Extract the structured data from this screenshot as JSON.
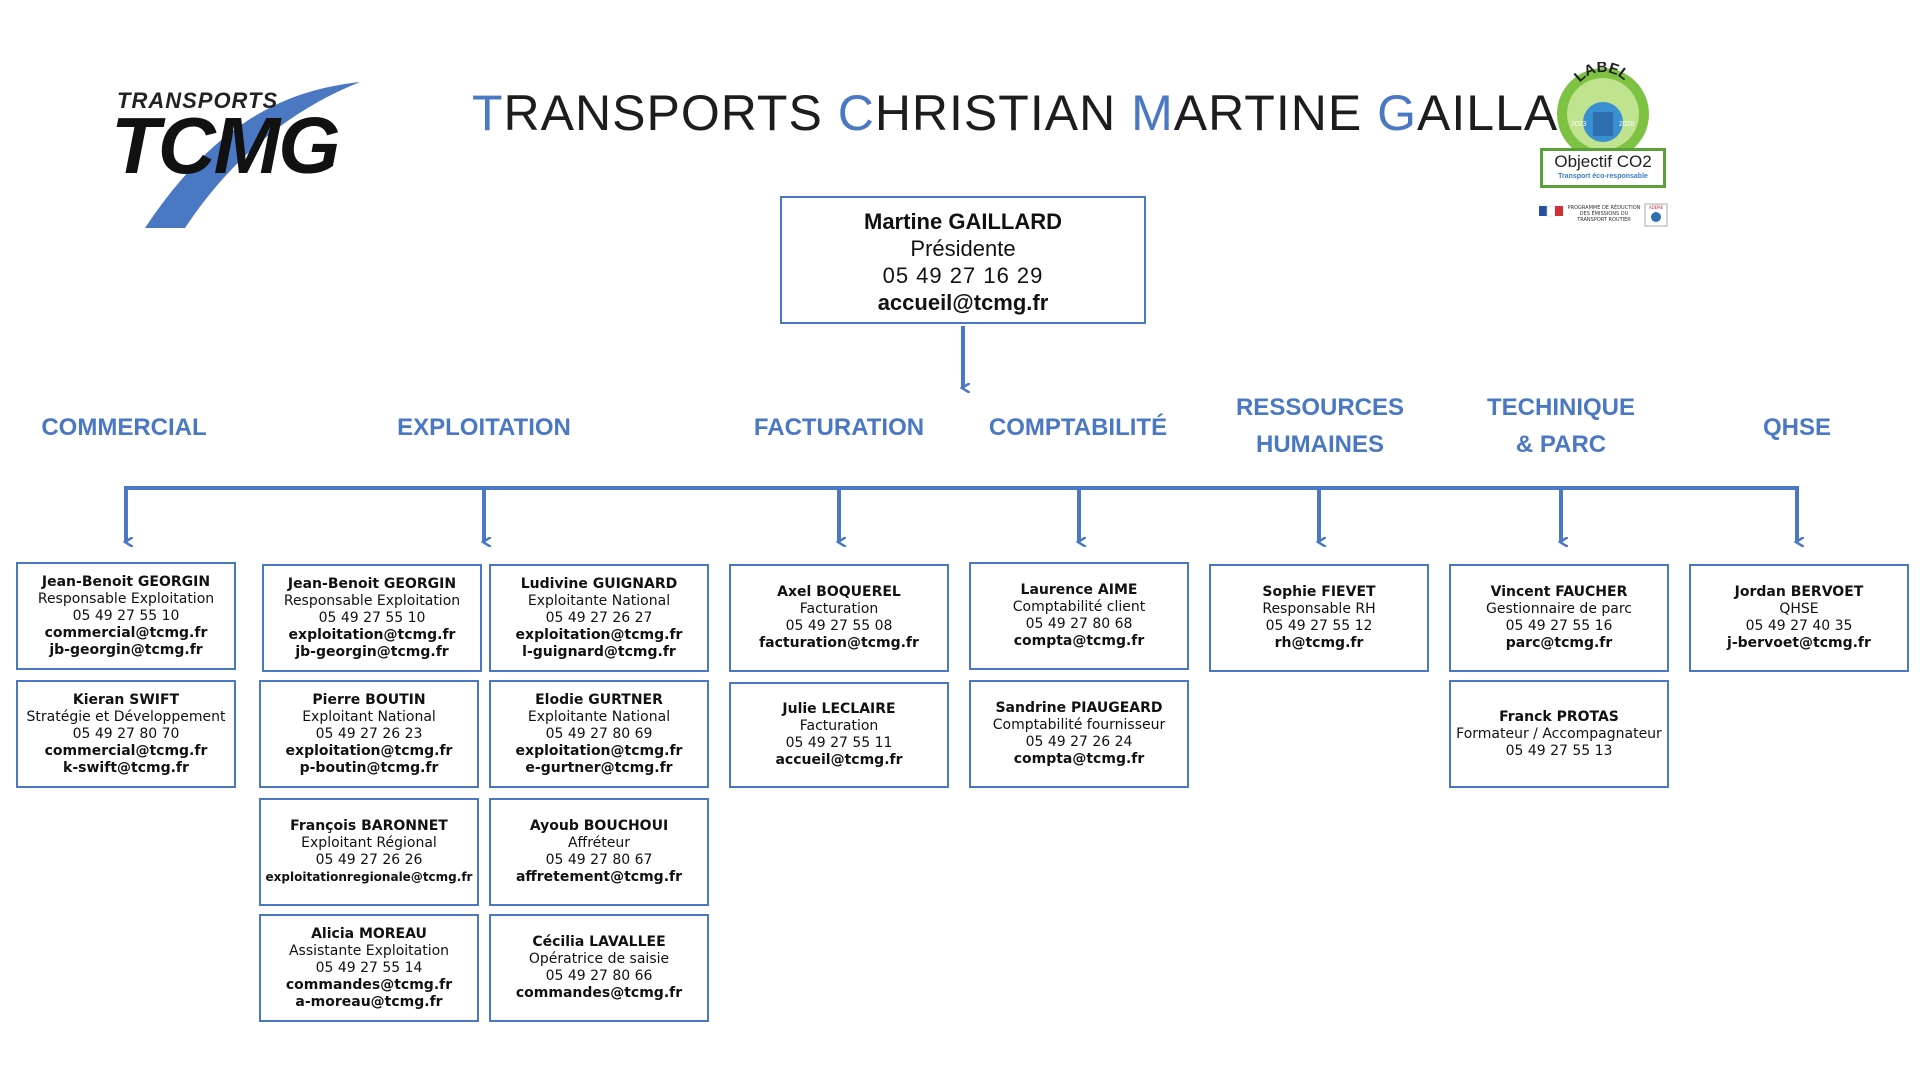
{
  "logo": {
    "line1": "TRANSPORTS",
    "line2": "TCMG"
  },
  "title": {
    "words": [
      {
        "cap": "T",
        "rest": "RANSPORTS"
      },
      {
        "cap": "C",
        "rest": "HRISTIAN"
      },
      {
        "cap": "M",
        "rest": "ARTINE"
      },
      {
        "cap": "G",
        "rest": "AILLARD"
      }
    ]
  },
  "badge": {
    "label": "LABEL",
    "year_start": "2023",
    "year_end": "2026",
    "line1": "Objectif CO2",
    "line2": "Transport éco-responsable",
    "footer": "PROGRAMME DE RÉDUCTION DES ÉMISSIONS DU TRANSPORT ROUTIER",
    "footer_right": "ADEME"
  },
  "president": {
    "name": "Martine GAILLARD",
    "role": "Présidente",
    "phone": "05 49 27 16 29",
    "email": "accueil@tcmg.fr"
  },
  "departments": {
    "commercial": "COMMERCIAL",
    "exploitation": "EXPLOITATION",
    "facturation": "FACTURATION",
    "comptabilite": "COMPTABILITÉ",
    "rh_1": "RESSOURCES",
    "rh_2": "HUMAINES",
    "tech_1": "TECHINIQUE",
    "tech_2": "& PARC",
    "qhse": "QHSE"
  },
  "cards": {
    "commercial_1": {
      "name": "Jean-Benoit GEORGIN",
      "role": "Responsable Exploitation",
      "phone": "05 49 27 55 10",
      "email1": "commercial@tcmg.fr",
      "email2": "jb-georgin@tcmg.fr"
    },
    "commercial_2": {
      "name": "Kieran SWIFT",
      "role": "Stratégie et Développement",
      "phone": "05 49 27 80 70",
      "email1": "commercial@tcmg.fr",
      "email2": "k-swift@tcmg.fr"
    },
    "expl_a1": {
      "name": "Jean-Benoit GEORGIN",
      "role": "Responsable Exploitation",
      "phone": "05 49 27 55 10",
      "email1": "exploitation@tcmg.fr",
      "email2": "jb-georgin@tcmg.fr"
    },
    "expl_b1": {
      "name": "Ludivine GUIGNARD",
      "role": "Exploitante National",
      "phone": "05 49 27 26 27",
      "email1": "exploitation@tcmg.fr",
      "email2": "l-guignard@tcmg.fr"
    },
    "expl_a2": {
      "name": "Pierre BOUTIN",
      "role": "Exploitant National",
      "phone": "05 49 27 26 23",
      "email1": "exploitation@tcmg.fr",
      "email2": "p-boutin@tcmg.fr"
    },
    "expl_b2": {
      "name": "Elodie GURTNER",
      "role": "Exploitante National",
      "phone": "05 49 27 80 69",
      "email1": "exploitation@tcmg.fr",
      "email2": "e-gurtner@tcmg.fr"
    },
    "expl_a3": {
      "name": "François BARONNET",
      "role": "Exploitant Régional",
      "phone": "05 49 27 26 26",
      "email1": "exploitationregionale@tcmg.fr"
    },
    "expl_b3": {
      "name": "Ayoub BOUCHOUI",
      "role": "Affréteur",
      "phone": "05 49 27 80 67",
      "email1": "affretement@tcmg.fr"
    },
    "expl_a4": {
      "name": "Alicia MOREAU",
      "role": "Assistante Exploitation",
      "phone": "05 49 27 55 14",
      "email1": "commandes@tcmg.fr",
      "email2": "a-moreau@tcmg.fr"
    },
    "expl_b4": {
      "name": "Cécilia LAVALLEE",
      "role": "Opératrice de saisie",
      "phone": "05 49 27 80 66",
      "email1": "commandes@tcmg.fr"
    },
    "fact_1": {
      "name": "Axel BOQUEREL",
      "role": "Facturation",
      "phone": "05 49 27 55 08",
      "email1": "facturation@tcmg.fr"
    },
    "fact_2": {
      "name": "Julie LECLAIRE",
      "role": "Facturation",
      "phone": "05 49 27 55 11",
      "email1": "accueil@tcmg.fr"
    },
    "compta_1": {
      "name": "Laurence AIME",
      "role": "Comptabilité client",
      "phone": "05 49 27 80 68",
      "email1": "compta@tcmg.fr"
    },
    "compta_2": {
      "name": "Sandrine PIAUGEARD",
      "role": "Comptabilité fournisseur",
      "phone": "05 49 27 26 24",
      "email1": "compta@tcmg.fr"
    },
    "rh_1": {
      "name": "Sophie FIEVET",
      "role": "Responsable RH",
      "phone": "05 49 27 55 12",
      "email1": "rh@tcmg.fr"
    },
    "tech_1": {
      "name": "Vincent FAUCHER",
      "role": "Gestionnaire de parc",
      "phone": "05 49 27 55 16",
      "email1": "parc@tcmg.fr"
    },
    "tech_2": {
      "name": "Franck PROTAS",
      "role": "Formateur / Accompagnateur",
      "phone": "05 49 27 55 13"
    },
    "qhse_1": {
      "name": "Jordan BERVOET",
      "role": "QHSE",
      "phone": "05 49 27 40 35",
      "email1": "j-bervoet@tcmg.fr"
    }
  },
  "colors": {
    "accent": "#4a78c2",
    "text": "#111111",
    "badge_green": "#5aa13a"
  }
}
